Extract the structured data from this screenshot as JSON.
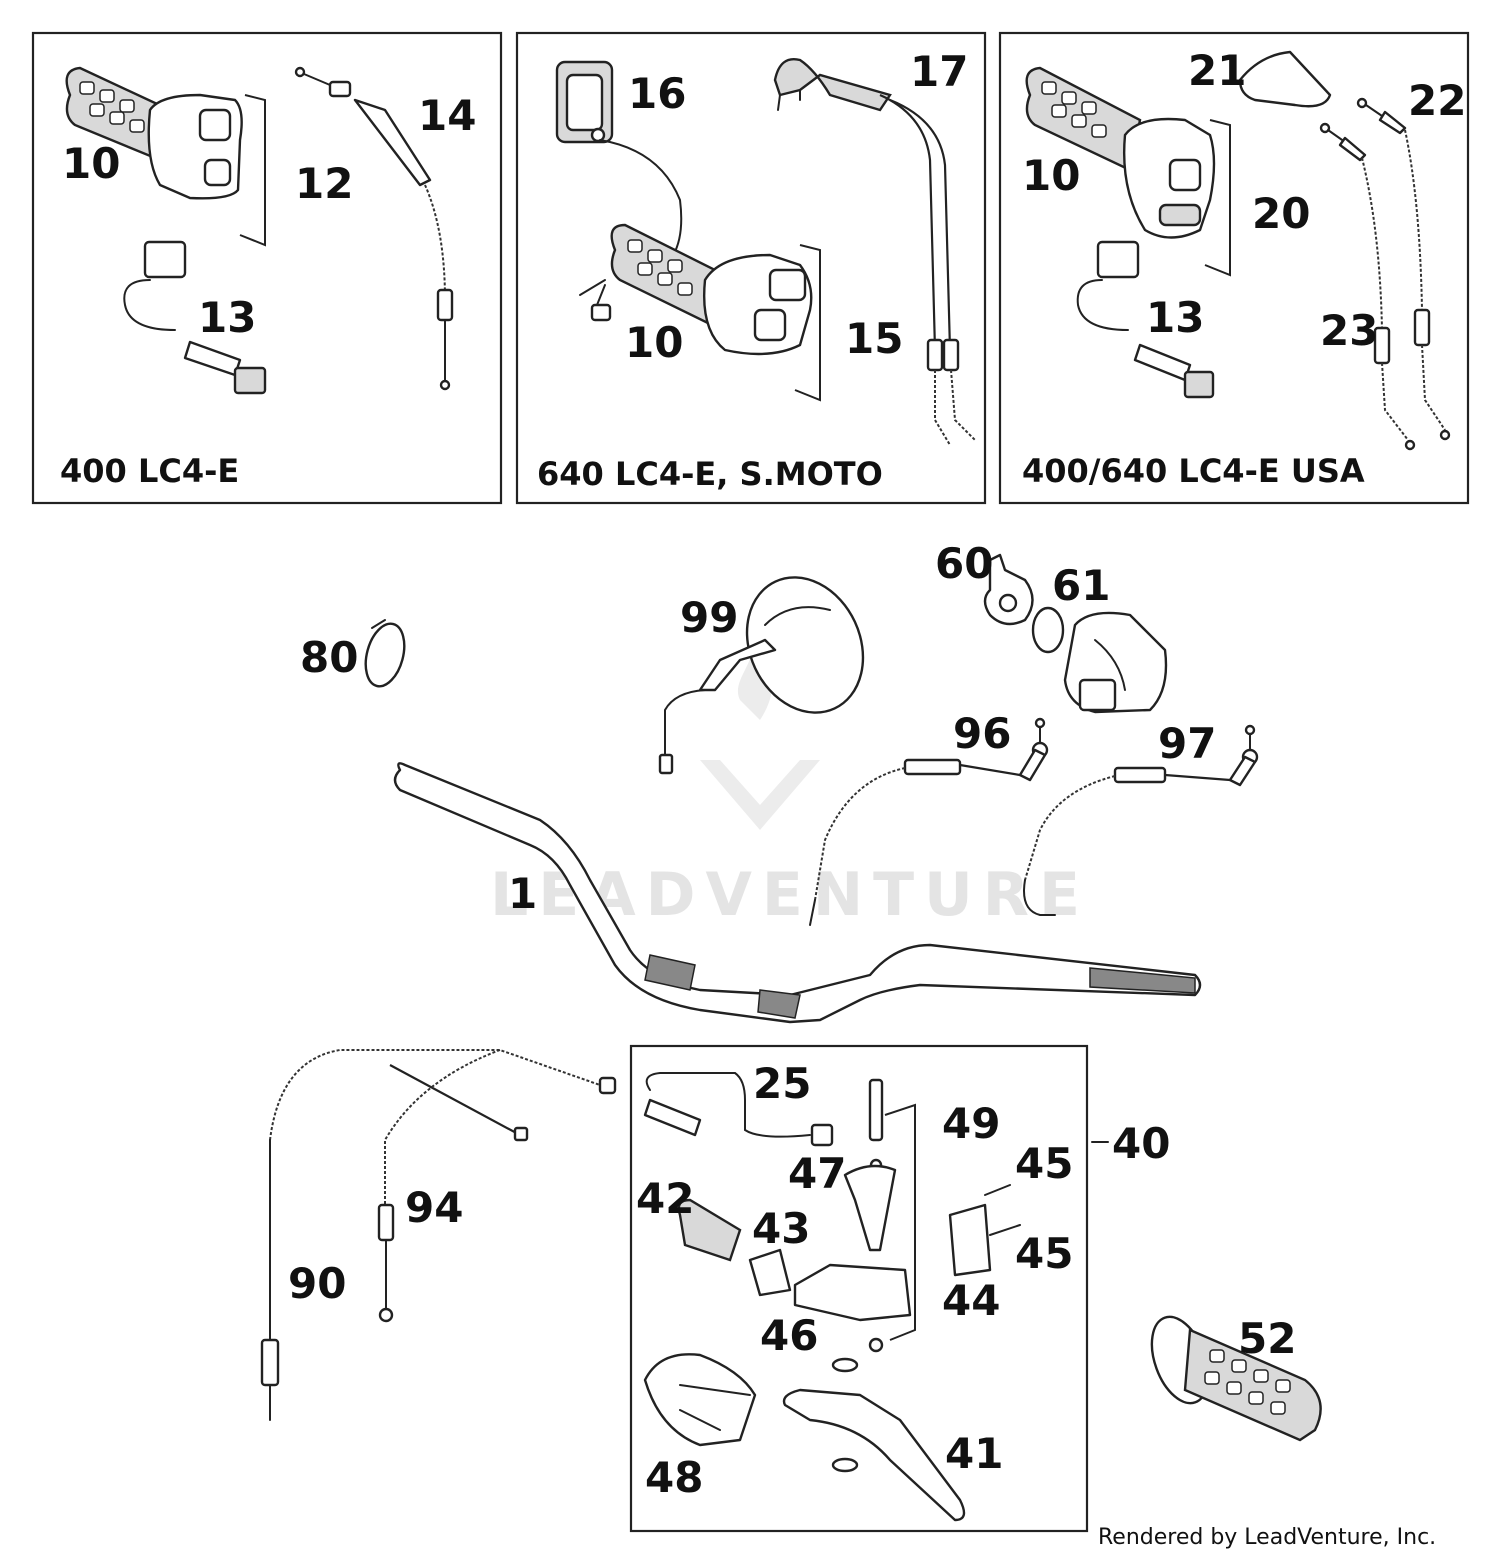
{
  "panels": [
    {
      "caption": "400 LC4-E"
    },
    {
      "caption": "640 LC4-E, S.MOTO"
    },
    {
      "caption": "400/640 LC4-E USA"
    }
  ],
  "callouts": {
    "p1_10": "10",
    "p1_12": "12",
    "p1_13": "13",
    "p1_14": "14",
    "p2_16": "16",
    "p2_17": "17",
    "p2_10": "10",
    "p2_15": "15",
    "p3_21": "21",
    "p3_22": "22",
    "p3_10": "10",
    "p3_20": "20",
    "p3_13": "13",
    "p3_23": "23",
    "m_60": "60",
    "m_61": "61",
    "m_99": "99",
    "m_80": "80",
    "m_96": "96",
    "m_97": "97",
    "m_1": "1",
    "m_25": "25",
    "m_49": "49",
    "m_40": "40",
    "m_47": "47",
    "m_45a": "45",
    "m_42": "42",
    "m_43": "43",
    "m_45b": "45",
    "m_44": "44",
    "m_46": "46",
    "m_94": "94",
    "m_90": "90",
    "m_52": "52",
    "m_48": "48",
    "m_41": "41"
  },
  "watermark": "LEADVENTURE",
  "credit": "Rendered by LeadVenture, Inc."
}
